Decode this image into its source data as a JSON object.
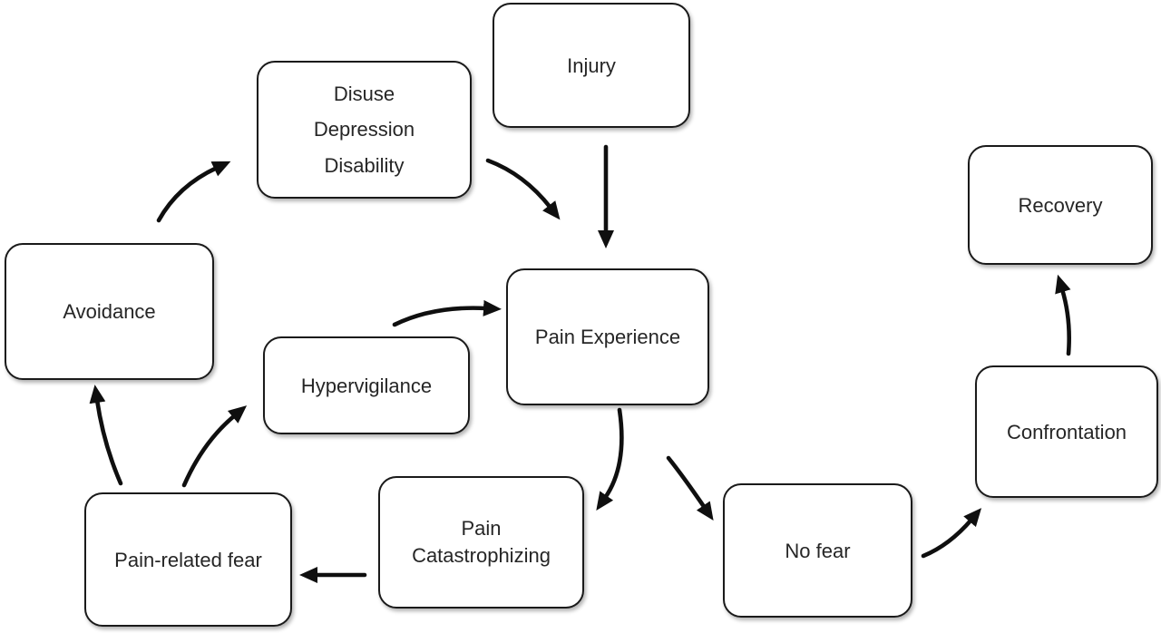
{
  "diagram": {
    "type": "flowchart",
    "nodes": {
      "injury": {
        "label": "Injury"
      },
      "disuse_depression_disability": {
        "label": "Disuse\nDepression\nDisability"
      },
      "avoidance": {
        "label": "Avoidance"
      },
      "pain_experience": {
        "label": "Pain Experience"
      },
      "hypervigilance": {
        "label": "Hypervigilance"
      },
      "pain_related_fear": {
        "label": "Pain-related fear"
      },
      "pain_catastrophizing": {
        "label": "Pain\nCatastrophizing"
      },
      "no_fear": {
        "label": "No fear"
      },
      "confrontation": {
        "label": "Confrontation"
      },
      "recovery": {
        "label": "Recovery"
      }
    },
    "edges": [
      {
        "from": "injury",
        "to": "pain_experience"
      },
      {
        "from": "disuse_depression_disability",
        "to": "pain_experience"
      },
      {
        "from": "avoidance",
        "to": "disuse_depression_disability"
      },
      {
        "from": "hypervigilance",
        "to": "pain_experience"
      },
      {
        "from": "pain_experience",
        "to": "pain_catastrophizing"
      },
      {
        "from": "pain_catastrophizing",
        "to": "pain_related_fear"
      },
      {
        "from": "pain_related_fear",
        "to": "avoidance"
      },
      {
        "from": "pain_related_fear",
        "to": "hypervigilance"
      },
      {
        "from": "pain_experience",
        "to": "no_fear"
      },
      {
        "from": "no_fear",
        "to": "confrontation"
      },
      {
        "from": "confrontation",
        "to": "recovery"
      }
    ],
    "colors": {
      "background": "#ffffff",
      "box_fill": "#ffffff",
      "box_border": "#1a1a1a",
      "arrow": "#0f0f0f",
      "text": "#262626"
    }
  }
}
